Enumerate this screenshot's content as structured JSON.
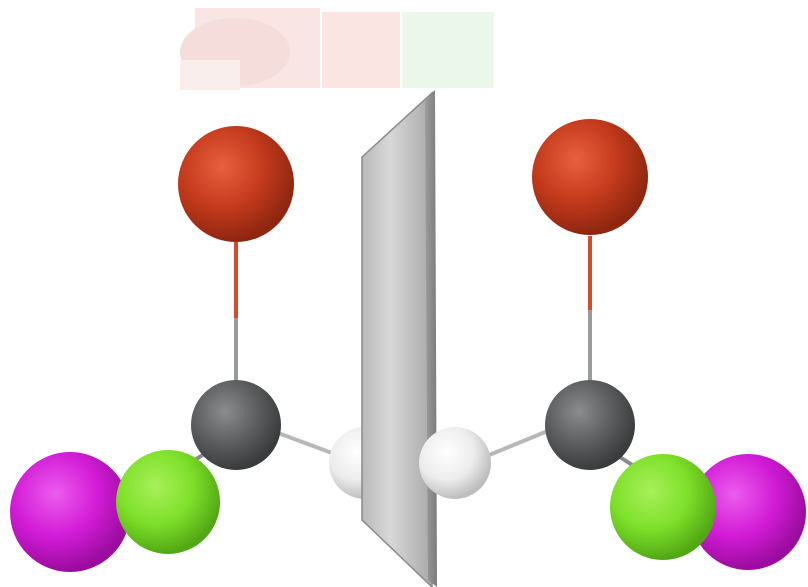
{
  "scene": {
    "description_label": "",
    "mirror": {
      "name": "mirror-plane"
    },
    "molecules": [
      {
        "name": "left-molecule",
        "atoms": [
          {
            "role": "top",
            "color": "#c43a1c"
          },
          {
            "role": "center",
            "color": "#5c5e60"
          },
          {
            "role": "front-left",
            "color": "#7ee02a"
          },
          {
            "role": "back-left",
            "color": "#d21bd6"
          },
          {
            "role": "toward-mirror",
            "color": "#eeeeee"
          }
        ]
      },
      {
        "name": "right-molecule",
        "atoms": [
          {
            "role": "top",
            "color": "#c43a1c"
          },
          {
            "role": "center",
            "color": "#5c5e60"
          },
          {
            "role": "front-right",
            "color": "#7ee02a"
          },
          {
            "role": "back-right",
            "color": "#d21bd6"
          },
          {
            "role": "toward-mirror",
            "color": "#eeeeee"
          }
        ]
      }
    ],
    "colors": {
      "red_atom": "#c43a1c",
      "carbon_atom": "#5c5e60",
      "green_atom": "#7ee02a",
      "magenta_atom": "#d21bd6",
      "white_atom": "#eeeeee",
      "mirror_fill": "#c8c8c8",
      "mirror_edge": "#8a8a8a"
    }
  }
}
